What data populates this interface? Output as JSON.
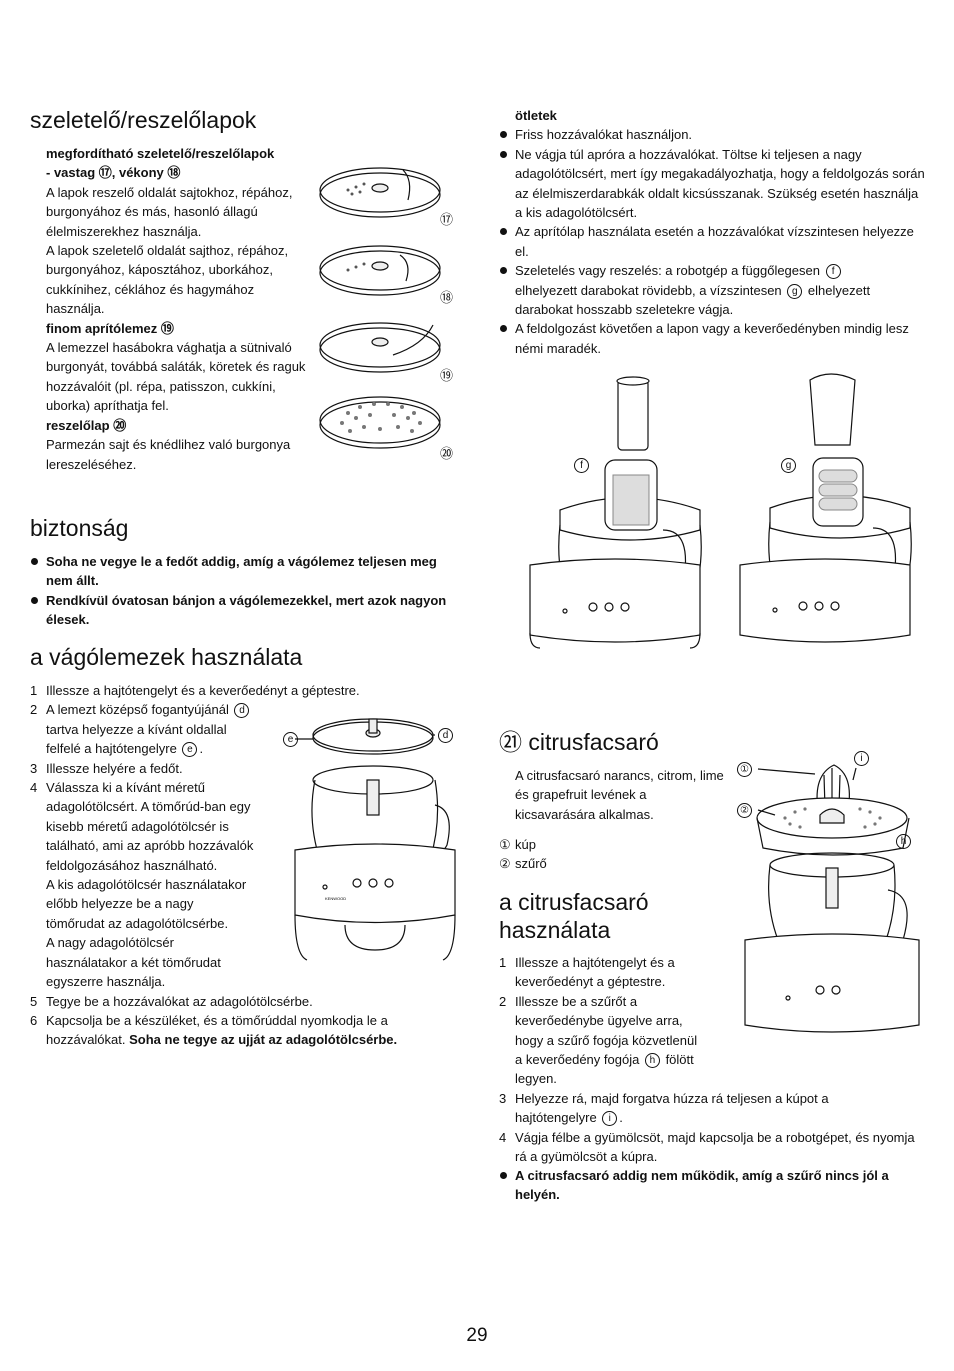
{
  "left": {
    "slicing": {
      "title": "szeletelő/reszelőlapok",
      "reversible_head": "megfordítható szeletelő/reszelőlapok",
      "reversible_head2": "- vastag ⑰, vékony ⑱",
      "reversible_text1": "A lapok reszelő oldalát sajtokhoz, répához, burgonyához és más, hasonló állagú élelmiszerekhez használja.",
      "reversible_text2": "A lapok szeletelő oldalát sajthoz, répához, burgonyához, káposztához, uborkához, cukkínihez, céklához és hagymához használja.",
      "fine_head": "finom aprítólemez ⑲",
      "fine_text": "A lemezzel hasábokra vághatja a sütnivaló burgonyát, továbbá saláták, köretek és raguk hozzávalóit (pl. répa, patisszon, cukkíni, uborka) apríthatja fel.",
      "grater_head": "reszelőlap ⑳",
      "grater_text": "Parmezán sajt és knédlihez való burgonya lereszeléséhez.",
      "disc_labels": [
        "⑰",
        "⑱",
        "⑲",
        "⑳"
      ]
    },
    "safety": {
      "title": "biztonság",
      "items": [
        "Soha ne vegye le a fedőt addig, amíg a vágólemez teljesen meg nem állt.",
        "Rendkívül óvatosan bánjon a vágólemezekkel, mert azok nagyon élesek."
      ]
    },
    "use": {
      "title": "a vágólemezek használata",
      "step1": "Illessze a hajtótengelyt és a keverőedényt a géptestre.",
      "step2a": "A lemezt középső fogantyújánál",
      "step2b": "tartva helyezze a kívánt oldallal",
      "step2c": "felfelé a hajtótengelyre",
      "step3": "Illessze helyére a fedőt.",
      "step4a": "Válassza ki a kívánt méretű",
      "step4b": "adagolótölcsért. A tömőrúd-ban egy",
      "step4c": "kisebb méretű adagolótölcsér is",
      "step4d": "található, ami az apróbb hozzávalók",
      "step4e": "feldolgozásához használható.",
      "step4f": "A kis adagolótölcsér használatakor",
      "step4g": "előbb helyezze be a nagy",
      "step4h": "tömőrudat az adagolótölcsérbe.",
      "step4i": "A nagy adagolótölcsér",
      "step4j": "használatakor a két tömőrudat",
      "step4k": "egyszerre használja.",
      "step5": "Tegye be a hozzávalókat az adagolótölcsérbe.",
      "step6a": "Kapcsolja be a készüléket, és a tömőrúddal nyomkodja le a hozzávalókat.",
      "step6b": "Soha ne tegye az ujját az adagolótölcsérbe.",
      "fig_labels": [
        "e",
        "d"
      ]
    }
  },
  "right": {
    "tips": {
      "title": "ötletek",
      "items": [
        "Friss hozzávalókat használjon.",
        "Ne vágja túl apróra a hozzávalókat. Töltse ki teljesen a nagy adagolótölcsért, mert így megakadályozhatja, hogy a feldolgozás során az élelmiszerdarabkák oldalt kicsússzanak. Szükség esetén használja a kis adagolótölcsért.",
        "Az aprítólap használata esetén a hozzávalókat vízszintesen helyezze el.",
        "Szeletelés vagy reszelés: a robotgép a függőlegesen",
        "A feldolgozást követően a lapon vagy a keverőedényben mindig lesz némi maradék."
      ],
      "item4_mid": "elhelyezett darabokat rövidebb, a vízszintesen",
      "item4_end": "elhelyezett",
      "item4_tail": "darabokat hosszabb szeletekre vágja.",
      "fig_labels": [
        "f",
        "g"
      ]
    },
    "citrus": {
      "number": "㉑",
      "title": "citrusfacsaró",
      "intro": "A citrusfacsaró narancs, citrom, lime és grapefruit levének a kicsavarására alkalmas.",
      "parts": [
        {
          "mark": "①",
          "label": "kúp"
        },
        {
          "mark": "②",
          "label": "szűrő"
        }
      ],
      "fig_labels": [
        "i",
        "①",
        "②",
        "h"
      ]
    },
    "citrus_use": {
      "title1": "a citrusfacsaró",
      "title2": "használata",
      "step1a": "Illessze a hajtótengelyt és a",
      "step1b": "keverőedényt a géptestre.",
      "step2a": "Illessze be a szűrőt a",
      "step2b": "keverőedénybe ügyelve arra,",
      "step2c": "hogy a szűrő fogója közvetlenül",
      "step2d": "a keverőedény fogója",
      "step2e": "fölött",
      "step2f": "legyen.",
      "step3a": "Helyezze rá, majd forgatva húzza rá teljesen a kúpot a",
      "step3b": "hajtótengelyre",
      "step4": "Vágja félbe a gyümölcsöt, majd kapcsolja be a robotgépet, és nyomja rá a gyümölcsöt a kúpra.",
      "warning": "A citrusfacsaró addig nem működik, amíg a szűrő nincs jól a helyén."
    }
  },
  "page_number": "29",
  "brand": "KENWOOD"
}
